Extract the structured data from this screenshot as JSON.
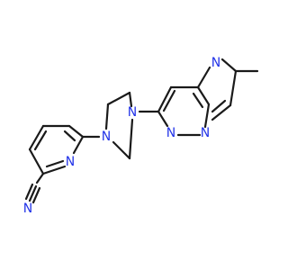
{
  "molecule": {
    "atoms": {
      "n_cyano": "N",
      "n_pyridine": "N",
      "n_piperazine_1": "N",
      "n_piperazine_2": "N",
      "n_pyridazine": "N",
      "n_bridge": "N",
      "n_imidazole": "N"
    },
    "colors": {
      "bond": "#1a1a1a",
      "nitrogen": "#2233e8",
      "background": "#ffffff"
    }
  }
}
